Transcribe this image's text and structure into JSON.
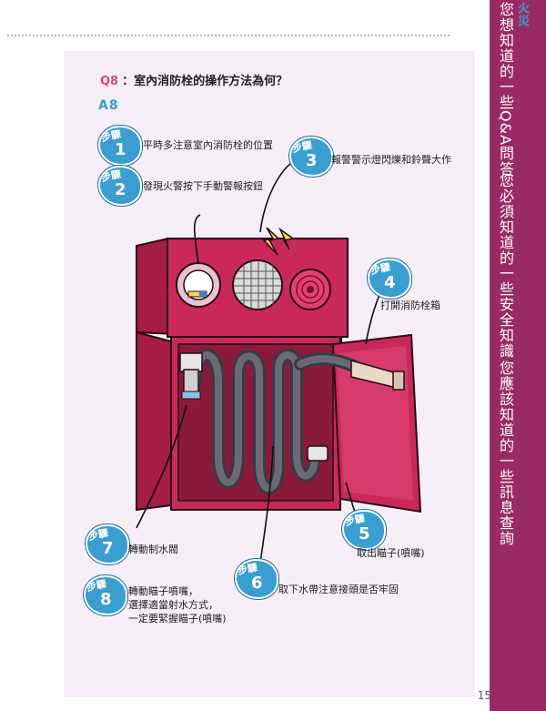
{
  "question": {
    "tag": "Q8",
    "text": "：室內消防栓的操作方法為何？"
  },
  "answer_label": "A8",
  "steps": [
    {
      "label": "步驟",
      "num": "1",
      "text": "平時多注意室內消防栓的位置"
    },
    {
      "label": "步驟",
      "num": "2",
      "text": "發現火警按下手動警報按鈕"
    },
    {
      "label": "步驟",
      "num": "3",
      "text": "報警警示燈閃爍和鈴聲大作"
    },
    {
      "label": "步驟",
      "num": "4",
      "text": "打開消防栓箱"
    },
    {
      "label": "步驟",
      "num": "5",
      "text": "取出瞄子(噴嘴)"
    },
    {
      "label": "步驟",
      "num": "6",
      "text": "取下水帶注意接頭是否牢固"
    },
    {
      "label": "步驟",
      "num": "7",
      "text": "轉動制水閥"
    },
    {
      "label": "步驟",
      "num": "8",
      "text_lines": [
        "轉動瞄子噴嘴，",
        "選擇適當射水方式，",
        "一定要緊握瞄子(噴嘴)"
      ]
    }
  ],
  "sidebar": {
    "section": "火災",
    "col1": "您想知道的一些Q&A問答",
    "col2": "您必須知道的一些安全知識",
    "col3": "您應該知道的一些訊息查詢"
  },
  "page_number": "15",
  "colors": {
    "sidebar": "#9a2a66",
    "badge": "#3b9ed0",
    "cabinet": "#c8285a",
    "hose": "#5a5a64"
  }
}
